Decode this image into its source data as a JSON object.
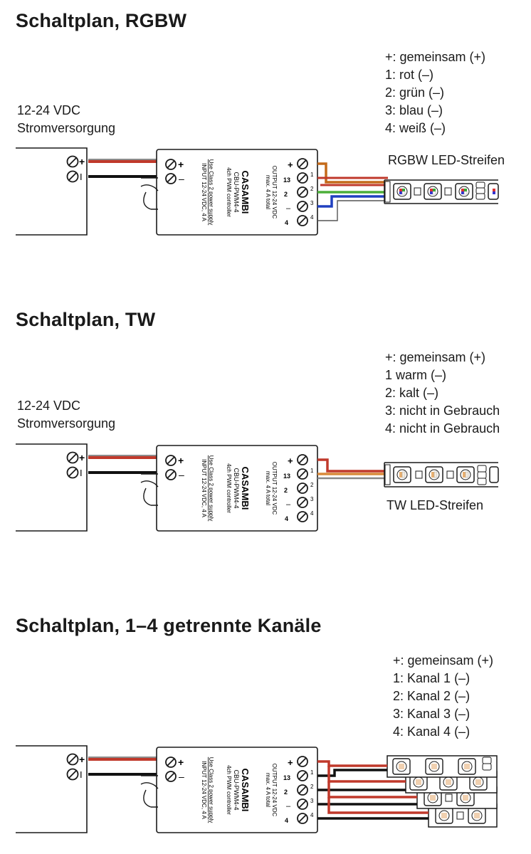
{
  "sections": [
    {
      "id": "rgbw",
      "heading": "Schaltplan, RGBW",
      "supply": [
        "12-24 VDC",
        "Stromversorgung"
      ],
      "legend": [
        "+: gemeinsam (+)",
        "1: rot (–)",
        "2: grün (–)",
        "3: blau (–)",
        "4: weiß (–)"
      ],
      "strip_label": "RGBW LED-Streifen",
      "output_wires": [
        "#c46a1a",
        "#c0392b",
        "#4caf3a",
        "#2040c0",
        "#555555"
      ]
    },
    {
      "id": "tw",
      "heading": "Schaltplan, TW",
      "supply": [
        "12-24 VDC",
        "Stromversorgung"
      ],
      "legend": [
        "+: gemeinsam (+)",
        "1 warm (–)",
        "2: kalt (–)",
        "3: nicht in Gebrauch",
        "4: nicht in Gebrauch"
      ],
      "strip_label": "TW LED-Streifen",
      "output_wires": [
        "#c0392b",
        "#d98a3a",
        "#888888"
      ]
    },
    {
      "id": "channels",
      "heading": "Schaltplan, 1–4 getrennte Kanäle",
      "legend": [
        "+: gemeinsam (+)",
        "1: Kanal 1 (–)",
        "2: Kanal 2 (–)",
        "3: Kanal 3 (–)",
        "4: Kanal 4 (–)"
      ],
      "output_wires": [
        "#c0392b",
        "#222222"
      ]
    }
  ],
  "device": {
    "brand": "CASAMBI",
    "model": "CBU-PWM4-4",
    "desc": "4ch PWM controller",
    "input_line1": "INPUT 12-24 VDC, 4 A",
    "input_line2": "Use Class 2 power supply",
    "output_line1": "OUTPUT 12-24 VDC",
    "output_line2": "max. 4 A total",
    "in_plus": "+",
    "in_minus": "–",
    "out_terminals": [
      "+",
      "1",
      "2",
      "3",
      "4"
    ],
    "out_markers": [
      "+",
      "13",
      "2",
      "–",
      "4"
    ],
    "supply_terminal_plus": "+",
    "supply_terminal_minus": "I"
  },
  "colors": {
    "wire_red": "#c0392b",
    "wire_black": "#111111",
    "outline": "#1a1a1a"
  }
}
